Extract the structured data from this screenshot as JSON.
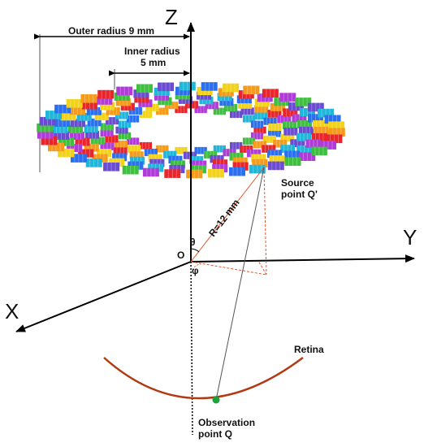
{
  "axes": {
    "z": "Z",
    "y": "Y",
    "x": "X",
    "origin": "O"
  },
  "angles": {
    "theta": "θ",
    "phi": "φ"
  },
  "dimensions": {
    "outer_radius": "Outer radius 9 mm",
    "inner_radius_line1": "Inner radius",
    "inner_radius_line2": "5 mm",
    "distance": "R=12 mm"
  },
  "points": {
    "source_line1": "Source",
    "source_line2": "point Q'",
    "observation_line1": "Observation",
    "observation_line2": "point Q"
  },
  "retina_label": "Retina",
  "colors": {
    "axis": "#000000",
    "radius_line": "#e8542a",
    "retina": "#b23a12",
    "observation_point": "#1aa33a",
    "tiles": [
      "#e8252a",
      "#2a6ff0",
      "#3fbf3f",
      "#f59a1a",
      "#1fb6d9",
      "#b13bd9",
      "#f2d21a",
      "#6a4bd1"
    ]
  }
}
